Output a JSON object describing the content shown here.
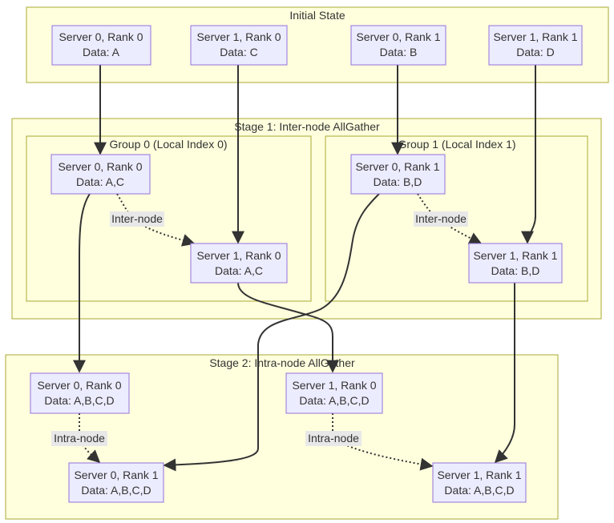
{
  "clusters": {
    "initial": {
      "title": "Initial State"
    },
    "stage1": {
      "title": "Stage 1: Inter-node AllGather"
    },
    "group0": {
      "title": "Group 0 (Local Index 0)"
    },
    "group1": {
      "title": "Group 1 (Local Index 1)"
    },
    "stage2": {
      "title": "Stage 2: Intra-node AllGather"
    }
  },
  "nodes": {
    "init_s0r0": {
      "line1": "Server 0, Rank 0",
      "line2": "Data: A"
    },
    "init_s1r0": {
      "line1": "Server 1, Rank 0",
      "line2": "Data: C"
    },
    "init_s0r1": {
      "line1": "Server 0, Rank 1",
      "line2": "Data: B"
    },
    "init_s1r1": {
      "line1": "Server 1, Rank 1",
      "line2": "Data: D"
    },
    "g0_s0r0": {
      "line1": "Server 0, Rank 0",
      "line2": "Data: A,C"
    },
    "g0_s1r0": {
      "line1": "Server 1, Rank 0",
      "line2": "Data: A,C"
    },
    "g1_s0r1": {
      "line1": "Server 0, Rank 1",
      "line2": "Data: B,D"
    },
    "g1_s1r1": {
      "line1": "Server 1, Rank 1",
      "line2": "Data: B,D"
    },
    "st2_s0r0": {
      "line1": "Server 0, Rank 0",
      "line2": "Data: A,B,C,D"
    },
    "st2_s1r0": {
      "line1": "Server 1, Rank 0",
      "line2": "Data: A,B,C,D"
    },
    "st2_s0r1": {
      "line1": "Server 0, Rank 1",
      "line2": "Data: A,B,C,D"
    },
    "st2_s1r1": {
      "line1": "Server 1, Rank 1",
      "line2": "Data: A,B,C,D"
    }
  },
  "edge_labels": {
    "inter_g0": "Inter-node",
    "inter_g1": "Inter-node",
    "intra_s0": "Intra-node",
    "intra_s1": "Intra-node"
  }
}
